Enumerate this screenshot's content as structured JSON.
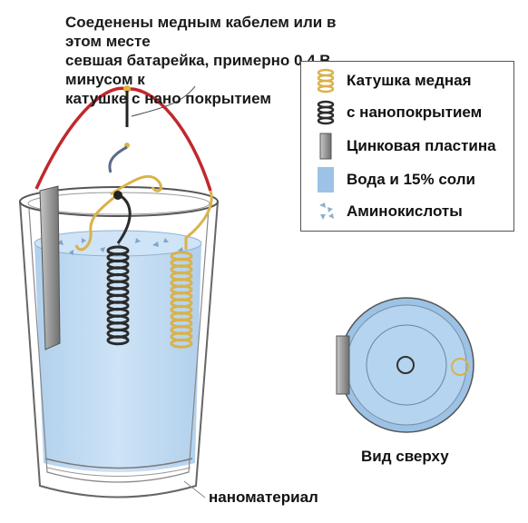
{
  "annotation": {
    "lines": [
      "Соеденены медным кабелем или в этом месте",
      "севшая батарейка, примерно 0.4 В, минусом к",
      "катушке с нано покрытием"
    ]
  },
  "legend": {
    "items": [
      {
        "label": "Катушка медная",
        "icon": "copper-coil-icon",
        "color": "#d9b24a"
      },
      {
        "label": "с нанопокрытием",
        "icon": "nanocoated-coil-icon",
        "color": "#333333"
      },
      {
        "label": "Цинковая пластина",
        "icon": "zinc-plate-icon",
        "color": "#9a9a9a"
      },
      {
        "label": "Вода и 15% соли",
        "icon": "salt-water-icon",
        "color": "#9cc3e6"
      },
      {
        "label": "Аминокислоты",
        "icon": "amino-acids-icon",
        "color": "#8fb0cc"
      }
    ]
  },
  "labels": {
    "top_view": "Вид сверху",
    "nanomaterial": "наноматериал"
  },
  "colors": {
    "wire": "#c0282d",
    "copper": "#d9b24a",
    "coil_dark": "#2b2b2b",
    "zinc": "#9a9a9a",
    "water": "#b8d6f0",
    "glass": "#666666"
  }
}
